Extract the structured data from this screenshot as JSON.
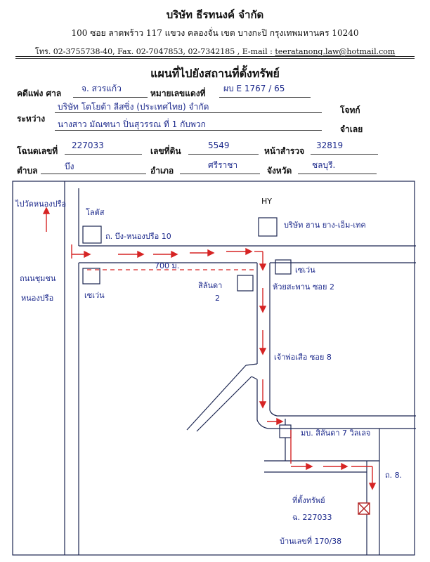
{
  "header": {
    "company": "บริษัท ธีรทนงค์ จำกัด",
    "address": "100 ซอย ลาดพร้าว 117 แขวง คลองจั่น เขต บางกะปิ กรุงเทพมหานคร 10240",
    "contact_prefix": "โทร. 02-3755738-40, Fax. 02-7047853, 02-7342185 , E-mail : ",
    "email": "teeratanong.law@hotmail.com"
  },
  "title": "แผนที่ไปยังสถานที่ตั้งทรัพย์",
  "case": {
    "court_label": "คดีแพ่ง ศาล",
    "court_value": "จ. สวรแก้ว",
    "black_no_label": "หมายเลขแดงที่",
    "black_no_value": "ผบ E 1767 / 65",
    "plaintiff_value": "บริษัท โตโยต้า ลีสซิ่ง (ประเทศไทย) จำกัด",
    "plaintiff_label": "โจทก์",
    "between_label": "ระหว่าง",
    "defendant_value": "นางสาว มัณฑนา ปิ่นสุวรรณ ที่ 1 กับพวก",
    "defendant_label": "จำเลย",
    "deed_label": "โฉนดเลขที่",
    "deed_value": "227033",
    "land_no_label": "เลขที่ดิน",
    "land_no_value": "5549",
    "survey_label": "หน้าสำรวจ",
    "survey_value": "32819",
    "subdistrict_label": "ตำบล",
    "subdistrict_value": "บึง",
    "district_label": "อำเภอ",
    "district_value": "ศรีราชา",
    "province_label": "จังหวัด",
    "province_value": "ชลบุรี."
  },
  "map": {
    "to_wat": "ไปวัดหนองปรือ",
    "lotus": "โลตัส",
    "road_bueng": "ถ. บึง-หนองปรือ 10",
    "hy": "HY",
    "company_yang": "บริษัท ฮาน ยาง-เอ็ม-เทค",
    "road_nongprue_1": "ถนนชุมชน",
    "road_nongprue_2": "หนองปรือ",
    "distance": "700 ม.",
    "seven_left": "เซเว่น",
    "silanda_1": "สิลันดา",
    "silanda_2": "2",
    "seven_right": "เซเว่น",
    "huai_soi": "ห้วยสะพาน ซอย 2",
    "chao_soi": "เจ้าพ่อเสือ ซอย 8",
    "village": "มบ. สิลันดา 7 วิลเลจ",
    "road_8": "ถ. 8.",
    "property_1": "ที่ตั้งทรัพย์",
    "property_2": "ฉ. 227033",
    "property_3": "บ้านเลขที่ 170/38"
  }
}
